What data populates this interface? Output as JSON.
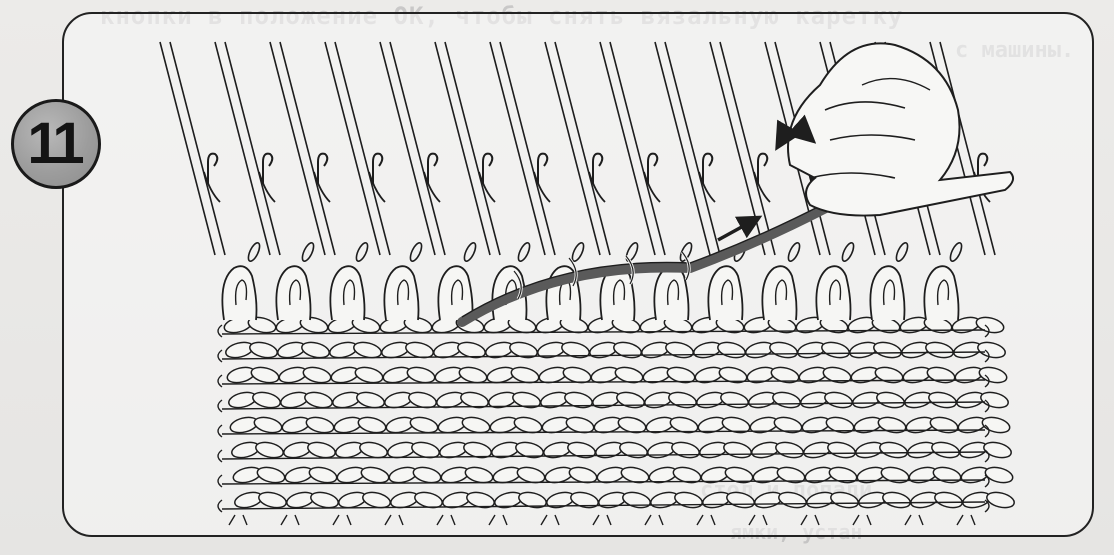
{
  "figure": {
    "step_number": "11",
    "bleed_through_text": [
      "кнопки в положение OK, чтобы снять вязальную каретку",
      "с машины.",
      "стол и попади",
      "ямки, устан"
    ]
  },
  "colors": {
    "line": "#1e1e1e",
    "badge_fill": "#a3a3a3",
    "rod": "#5a5a5a",
    "paper": "#ecebe9"
  },
  "icons": {
    "rotate_arrow": "curved-double-arrow-icon",
    "push_arrow": "arrow-right-icon"
  }
}
